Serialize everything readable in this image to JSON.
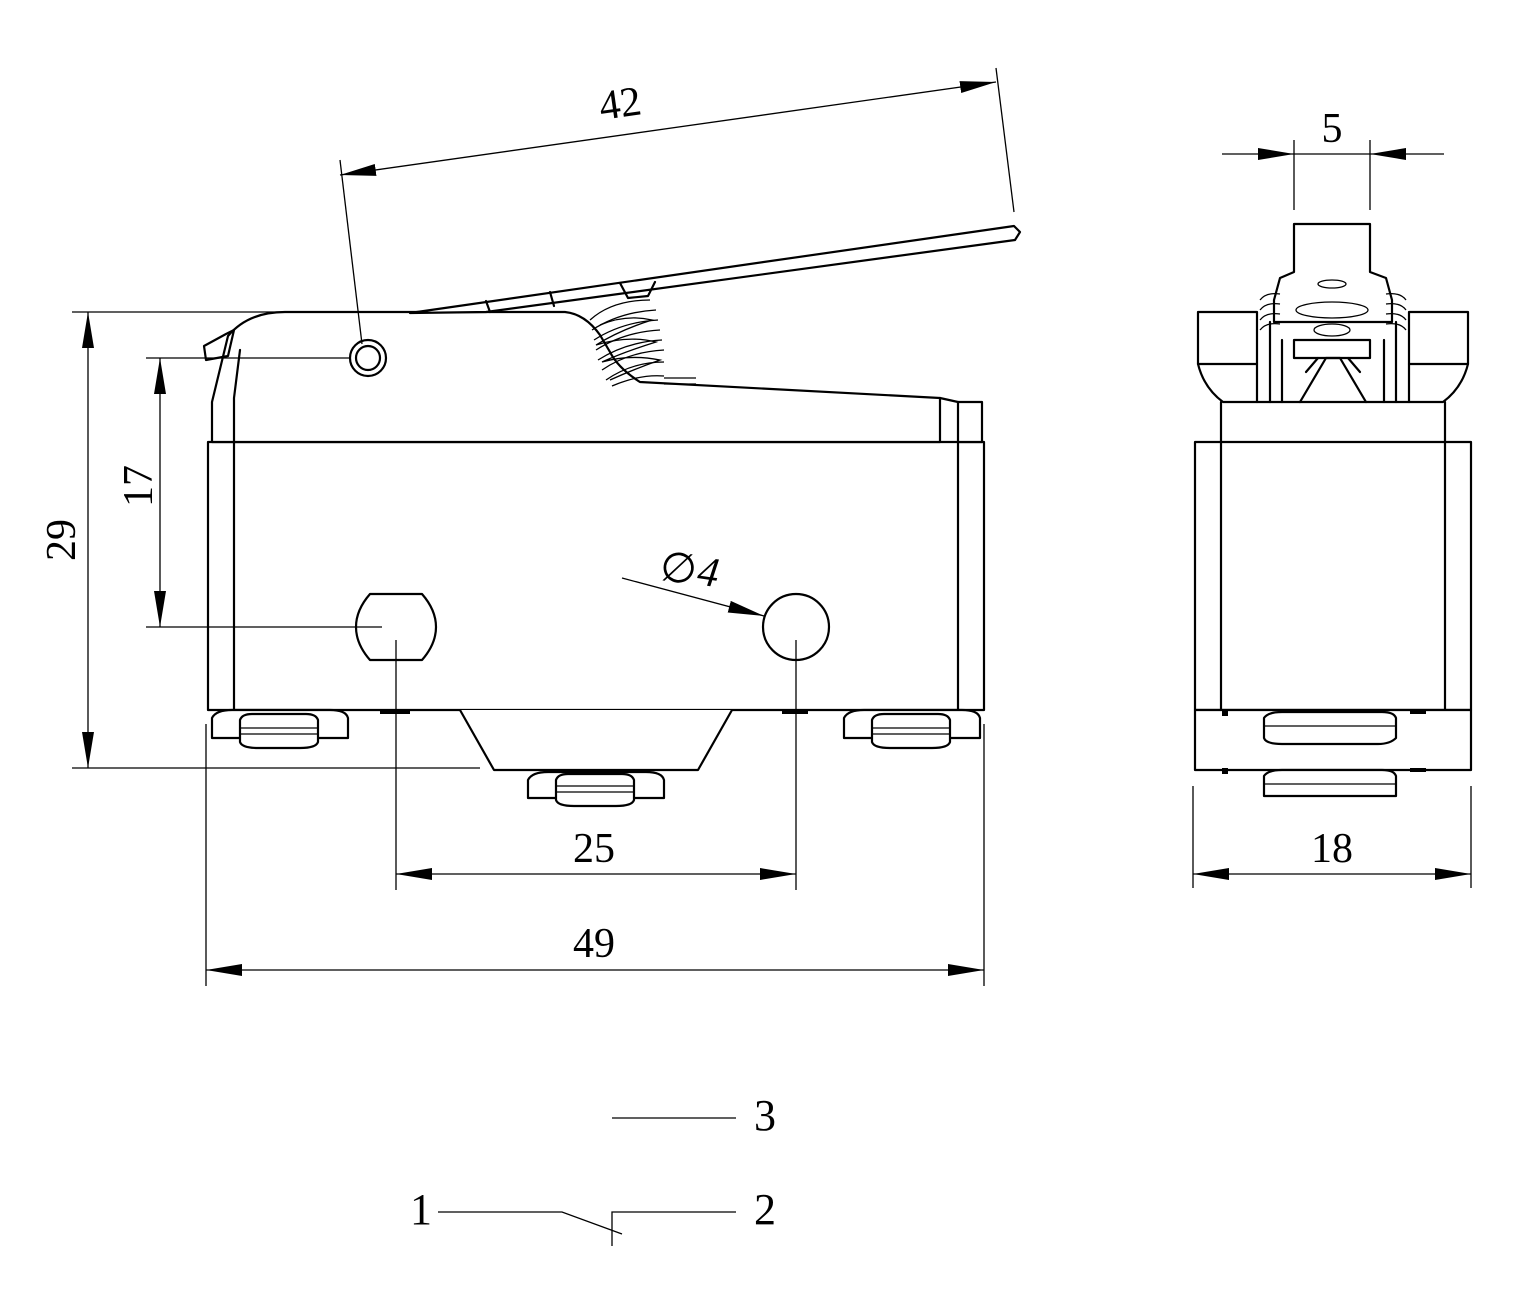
{
  "dimensions": {
    "lever_length": "42",
    "total_height": "29",
    "hole_height": "17",
    "hole_diameter_symbol": "∅",
    "hole_diameter": "4",
    "hole_spacing": "25",
    "body_width": "49",
    "plunger_width": "5",
    "body_depth": "18"
  },
  "terminals": {
    "label_3": "3",
    "label_1": "1",
    "label_2": "2"
  }
}
